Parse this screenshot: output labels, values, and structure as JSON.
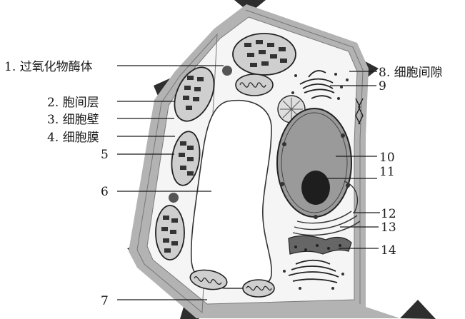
{
  "labels": {
    "l1": "1. 过氧化物酶体",
    "l2": "2. 胞间层",
    "l3": "3. 细胞壁",
    "l4": "4. 细胞膜",
    "l5": "5",
    "l6": "6",
    "l7": "7",
    "l8": "8. 细胞间隙",
    "l9": "9",
    "l10": "10",
    "l11": "11",
    "l12": "12",
    "l13": "13",
    "l14": "14"
  },
  "colors": {
    "wall": "#b3b3b3",
    "corner": "#2e2e2e",
    "cytoplasm": "#f5f5f5",
    "nucleus": "#9a9a9a",
    "nucleolus": "#1e1e1e"
  }
}
